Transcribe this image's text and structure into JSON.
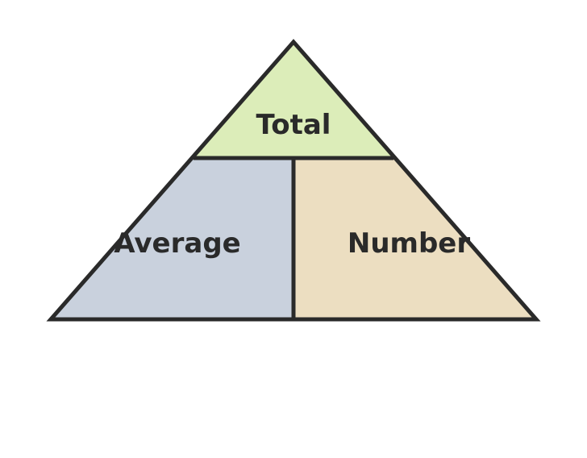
{
  "diagram": {
    "type": "triangle formula",
    "sections": {
      "top": {
        "label": "Total",
        "color": "#dcedb9"
      },
      "bottom_left": {
        "label": "Average",
        "color": "#c9d1dd"
      },
      "bottom_right": {
        "label": "Number",
        "color": "#ecdec1"
      }
    },
    "outline_color": "#2a2a2a"
  }
}
